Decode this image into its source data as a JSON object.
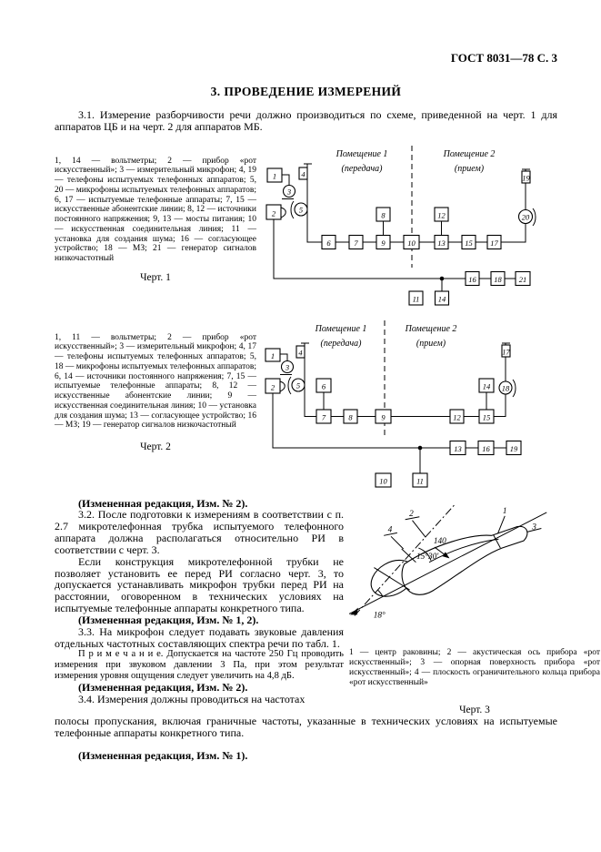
{
  "header": {
    "gost": "ГОСТ 8031—78 С. 3"
  },
  "title": "3. ПРОВЕДЕНИЕ ИЗМЕРЕНИЙ",
  "paras": {
    "p31": "3.1. Измерение разборчивости речи должно производиться по схеме, приведенной на черт. 1 для аппаратов ЦБ и на черт. 2 для аппаратов МБ.",
    "izm2a": "(Измененная редакция, Изм. № 2).",
    "p32a": "3.2. После подготовки к измерениям в соответствии с п. 2.7 микротелефонная трубка испытуемого телефонного аппарата должна располагаться относительно РИ в соответствии с черт. 3.",
    "p32b": "Если конструкция микротелефонной трубки не позволяет установить ее перед РИ согласно черт. 3, то допускается устанавливать микрофон трубки перед РИ на расстоянии, оговоренном в технических условиях на испытуемые телефонные аппараты конкретного типа.",
    "izm12": "(Измененная редакция, Изм. № 1, 2).",
    "p33": "3.3. На микрофон следует подавать звуковые давления отдельных частотных составляющих спектра речи по табл. 1.",
    "note_label": "П р и м е ч а н и е.",
    "note_text": "Допускается на частоте 250 Гц проводить измерения при звуковом давлении 3 Па, при этом результат измерения уровня ощущения следует увеличить на 4,8 дБ.",
    "izm2b": "(Измененная редакция, Изм. № 2).",
    "p34a": "3.4. Измерения должны проводиться на частотах",
    "p34b": "полосы пропускания, включая граничные частоты, указанные в технических условиях на испытуемые телефонные аппараты конкретного типа.",
    "izm1": "(Измененная редакция, Изм. № 1)."
  },
  "fig1": {
    "legend": "1, 14 — вольтметры; 2 — прибор «рот искусственный»; 3 — измерительный микрофон; 4, 19 — телефоны испытуемых телефонных аппаратов; 5, 20 — микрофоны испытуемых телефонных аппаратов; 6, 17 — испытуемые телефонные аппараты; 7, 15 — искусственные абонентские линии; 8, 12 — источники постоянного напряжения; 9, 13 — мосты питания; 10 — искусственная соединительная линия; 11 — установка для создания шума; 16 — согласующее устройство; 18 — МЗ; 21 — генератор сигналов низкочастотный",
    "caption": "Черт. 1",
    "room1": "Помещение 1",
    "room1_sub": "(передача)",
    "room2": "Помещение 2",
    "room2_sub": "(прием)",
    "nodes": [
      "1",
      "2",
      "3",
      "4",
      "5",
      "6",
      "7",
      "8",
      "9",
      "10",
      "11",
      "12",
      "13",
      "14",
      "15",
      "16",
      "17",
      "18",
      "19",
      "20",
      "21"
    ]
  },
  "fig2": {
    "legend": "1, 11 — вольтметры; 2 — прибор «рот искусственный»; 3 — измерительный микрофон; 4, 17 — телефоны испытуемых телефонных аппаратов; 5, 18 — микрофоны испытуемых телефонных аппаратов; 6, 14 — источники постоянного напряжения; 7, 15 — испытуемые телефонные аппараты; 8, 12 — искусственные абонентские линии; 9 — искусственная соединительная линия; 10 — установка для создания шума; 13 — согласующее устройство; 16 — МЗ; 19 — генератор сигналов низкочастотный",
    "caption": "Черт. 2",
    "room1": "Помещение 1",
    "room1_sub": "(передача)",
    "room2": "Помещение 2",
    "room2_sub": "(прием)",
    "nodes": [
      "1",
      "2",
      "3",
      "4",
      "5",
      "6",
      "7",
      "8",
      "9",
      "10",
      "11",
      "12",
      "13",
      "14",
      "15",
      "16",
      "17",
      "18",
      "19"
    ]
  },
  "fig3": {
    "legend": "1 — центр раковины; 2 — акустическая ось прибора «рот искусственный»; 3 — опорная поверхность прибора «рот искусственный»; 4 — плоскость ограничительного кольца прибора «рот искусственный»",
    "caption": "Черт. 3",
    "labels": {
      "n1": "1",
      "n2": "2",
      "n3": "3",
      "n4": "4",
      "dim": "140",
      "ang1": "15°30′",
      "ang2": "18°"
    }
  }
}
